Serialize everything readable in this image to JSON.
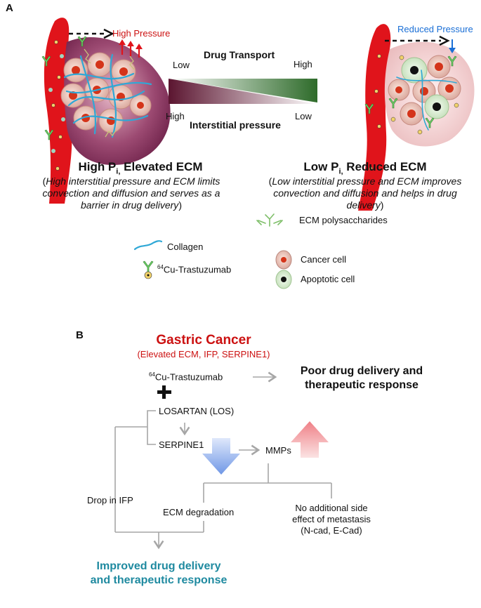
{
  "panel_a": {
    "letter": "A",
    "high_pressure": "High Pressure",
    "reduced_pressure": "Reduced Pressure",
    "drug_transport": "Drug Transport",
    "transport_low": "Low",
    "transport_high": "High",
    "interstitial_pressure": "Interstitial pressure",
    "pressure_high": "High",
    "pressure_low": "Low",
    "left_title_main": "High P",
    "left_title_sub": "i,",
    "left_title_rest": " Elevated ECM",
    "left_desc_open": "(",
    "left_desc": "High interstitial pressure and ECM limits convection and diffusion and serves as a barrier in drug delivery",
    "left_desc_close": ")",
    "right_title_main": "Low P",
    "right_title_sub": "i,",
    "right_title_rest": " Reduced ECM",
    "right_desc_open": "(",
    "right_desc": "Low interstitial pressure and ECM improves convection and diffusion and helps in drug delivery",
    "right_desc_close": ")"
  },
  "legend": {
    "collagen": "Collagen",
    "trastuzumab_sup": "64",
    "trastuzumab": "Cu-Trastuzumab",
    "ecm_polysaccharides": "ECM polysaccharides",
    "cancer_cell": "Cancer cell",
    "apoptotic_cell": "Apoptotic cell"
  },
  "panel_b": {
    "letter": "B",
    "title": "Gastric Cancer",
    "subtitle": "(Elevated ECM, IFP, SERPINE1)",
    "trastuzumab_sup": "64",
    "trastuzumab": "Cu-Trastuzumab",
    "poor_outcome": "Poor drug delivery and therapeutic response",
    "plus": "+",
    "losartan": "LOSARTAN (LOS)",
    "serpine1": "SERPINE1",
    "mmps": "MMPs",
    "drop_ifp": "Drop in IFP",
    "ecm_degradation": "ECM degradation",
    "no_side_effect": "No additional side effect of metastasis (N-cad, E-Cad)",
    "improved": "Improved drug delivery and therapeutic response"
  },
  "colors": {
    "vessel_red": "#e0141b",
    "arrow_red": "#e0141b",
    "arrow_blue": "#1a6fd6",
    "wedge_dark": "#5b1530",
    "wedge_green": "#2e6b2a",
    "tumor_high": "#7a2a55",
    "tumor_low": "#f3d6d6",
    "collagen": "#2fa8d6",
    "title_red": "#cc1111",
    "improved_teal": "#1f8aa0",
    "connector_gray": "#a6a6a6"
  }
}
